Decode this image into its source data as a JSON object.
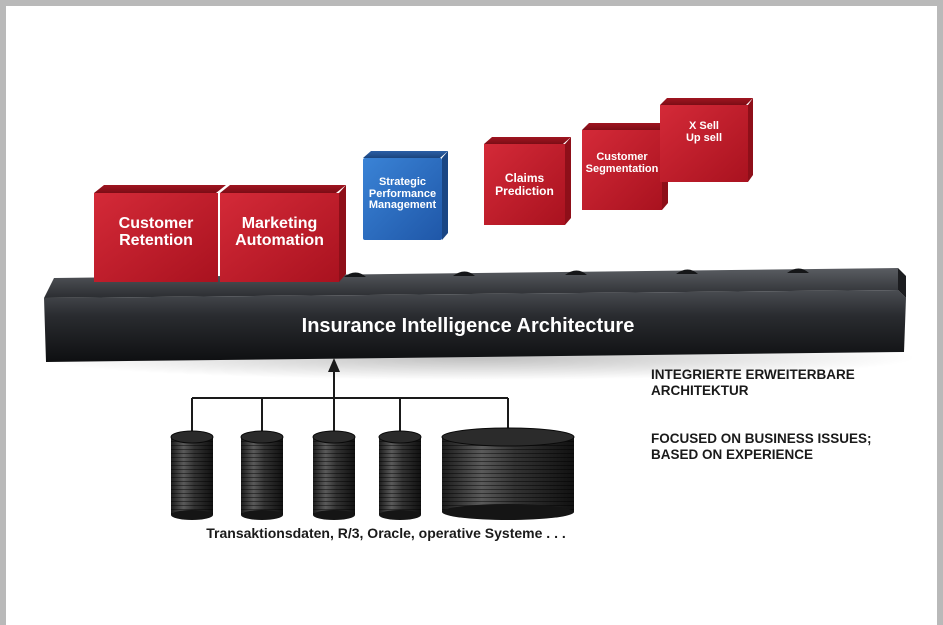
{
  "diagram": {
    "platform_title": "Insurance Intelligence Architecture",
    "modules": [
      {
        "label": "Customer\nRetention",
        "color": "#c8202f"
      },
      {
        "label": "Marketing\nAutomation",
        "color": "#c8202f"
      },
      {
        "label": "Strategic\nPerformance\nManagement",
        "color": "#2f74c9"
      },
      {
        "label": "Claims\nPrediction",
        "color": "#c8202f"
      },
      {
        "label": "Customer\nSegmentation",
        "color": "#c8202f"
      },
      {
        "label": "X Sell\nUp sell",
        "color": "#c8202f"
      }
    ],
    "sources_caption": "Transaktionsdaten, R/3, Oracle, operative Systeme . . .",
    "notes": [
      {
        "line1": "INTEGRIERTE ERWEITERBARE",
        "line2": "ARCHITEKTUR"
      },
      {
        "line1": "FOCUSED ON BUSINESS ISSUES;",
        "line2": "BASED ON EXPERIENCE"
      }
    ]
  }
}
